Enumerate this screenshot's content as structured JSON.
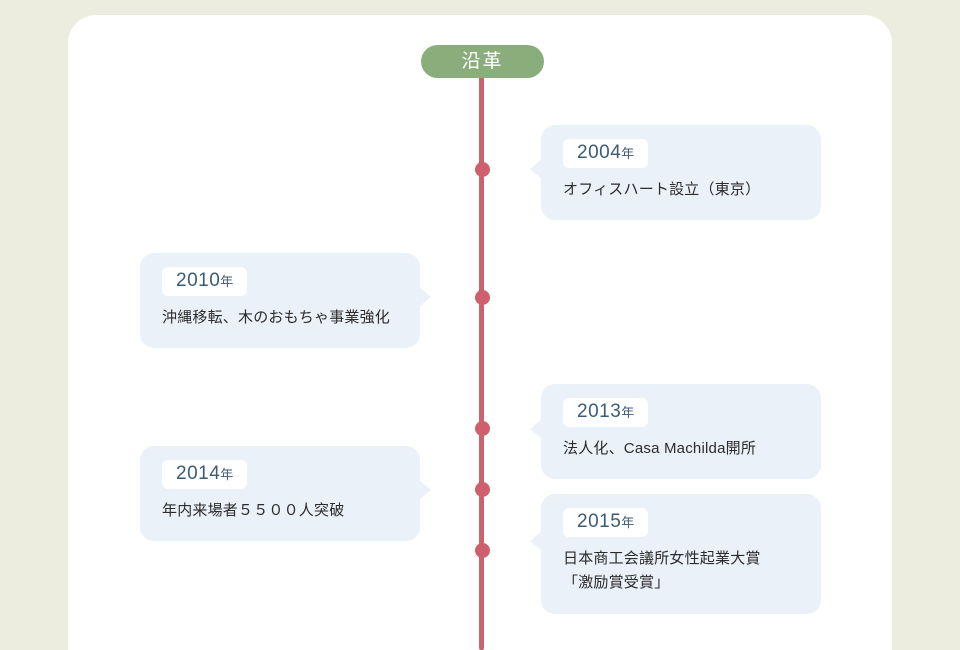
{
  "page": {
    "background_color": "#ecedde",
    "panel_color": "#ffffff"
  },
  "timeline": {
    "heading_label": "沿革",
    "accent_color": "#cf5f6c",
    "heading_badge_color": "#8aad7c",
    "card_color": "#eaf1f8",
    "year_text_color": "#3d5b76",
    "events": [
      {
        "year": "2004",
        "year_suffix": "年",
        "text": "オフィスハート設立（東京）",
        "side": "right"
      },
      {
        "year": "2010",
        "year_suffix": "年",
        "text": "沖縄移転、木のおもちゃ事業強化",
        "side": "left"
      },
      {
        "year": "2013",
        "year_suffix": "年",
        "text": "法人化、Casa Machilda開所",
        "side": "right"
      },
      {
        "year": "2014",
        "year_suffix": "年",
        "text": "年内来場者５５００人突破",
        "side": "left"
      },
      {
        "year": "2015",
        "year_suffix": "年",
        "text": "日本商工会議所女性起業大賞\n「激励賞受賞」",
        "side": "right"
      }
    ]
  }
}
